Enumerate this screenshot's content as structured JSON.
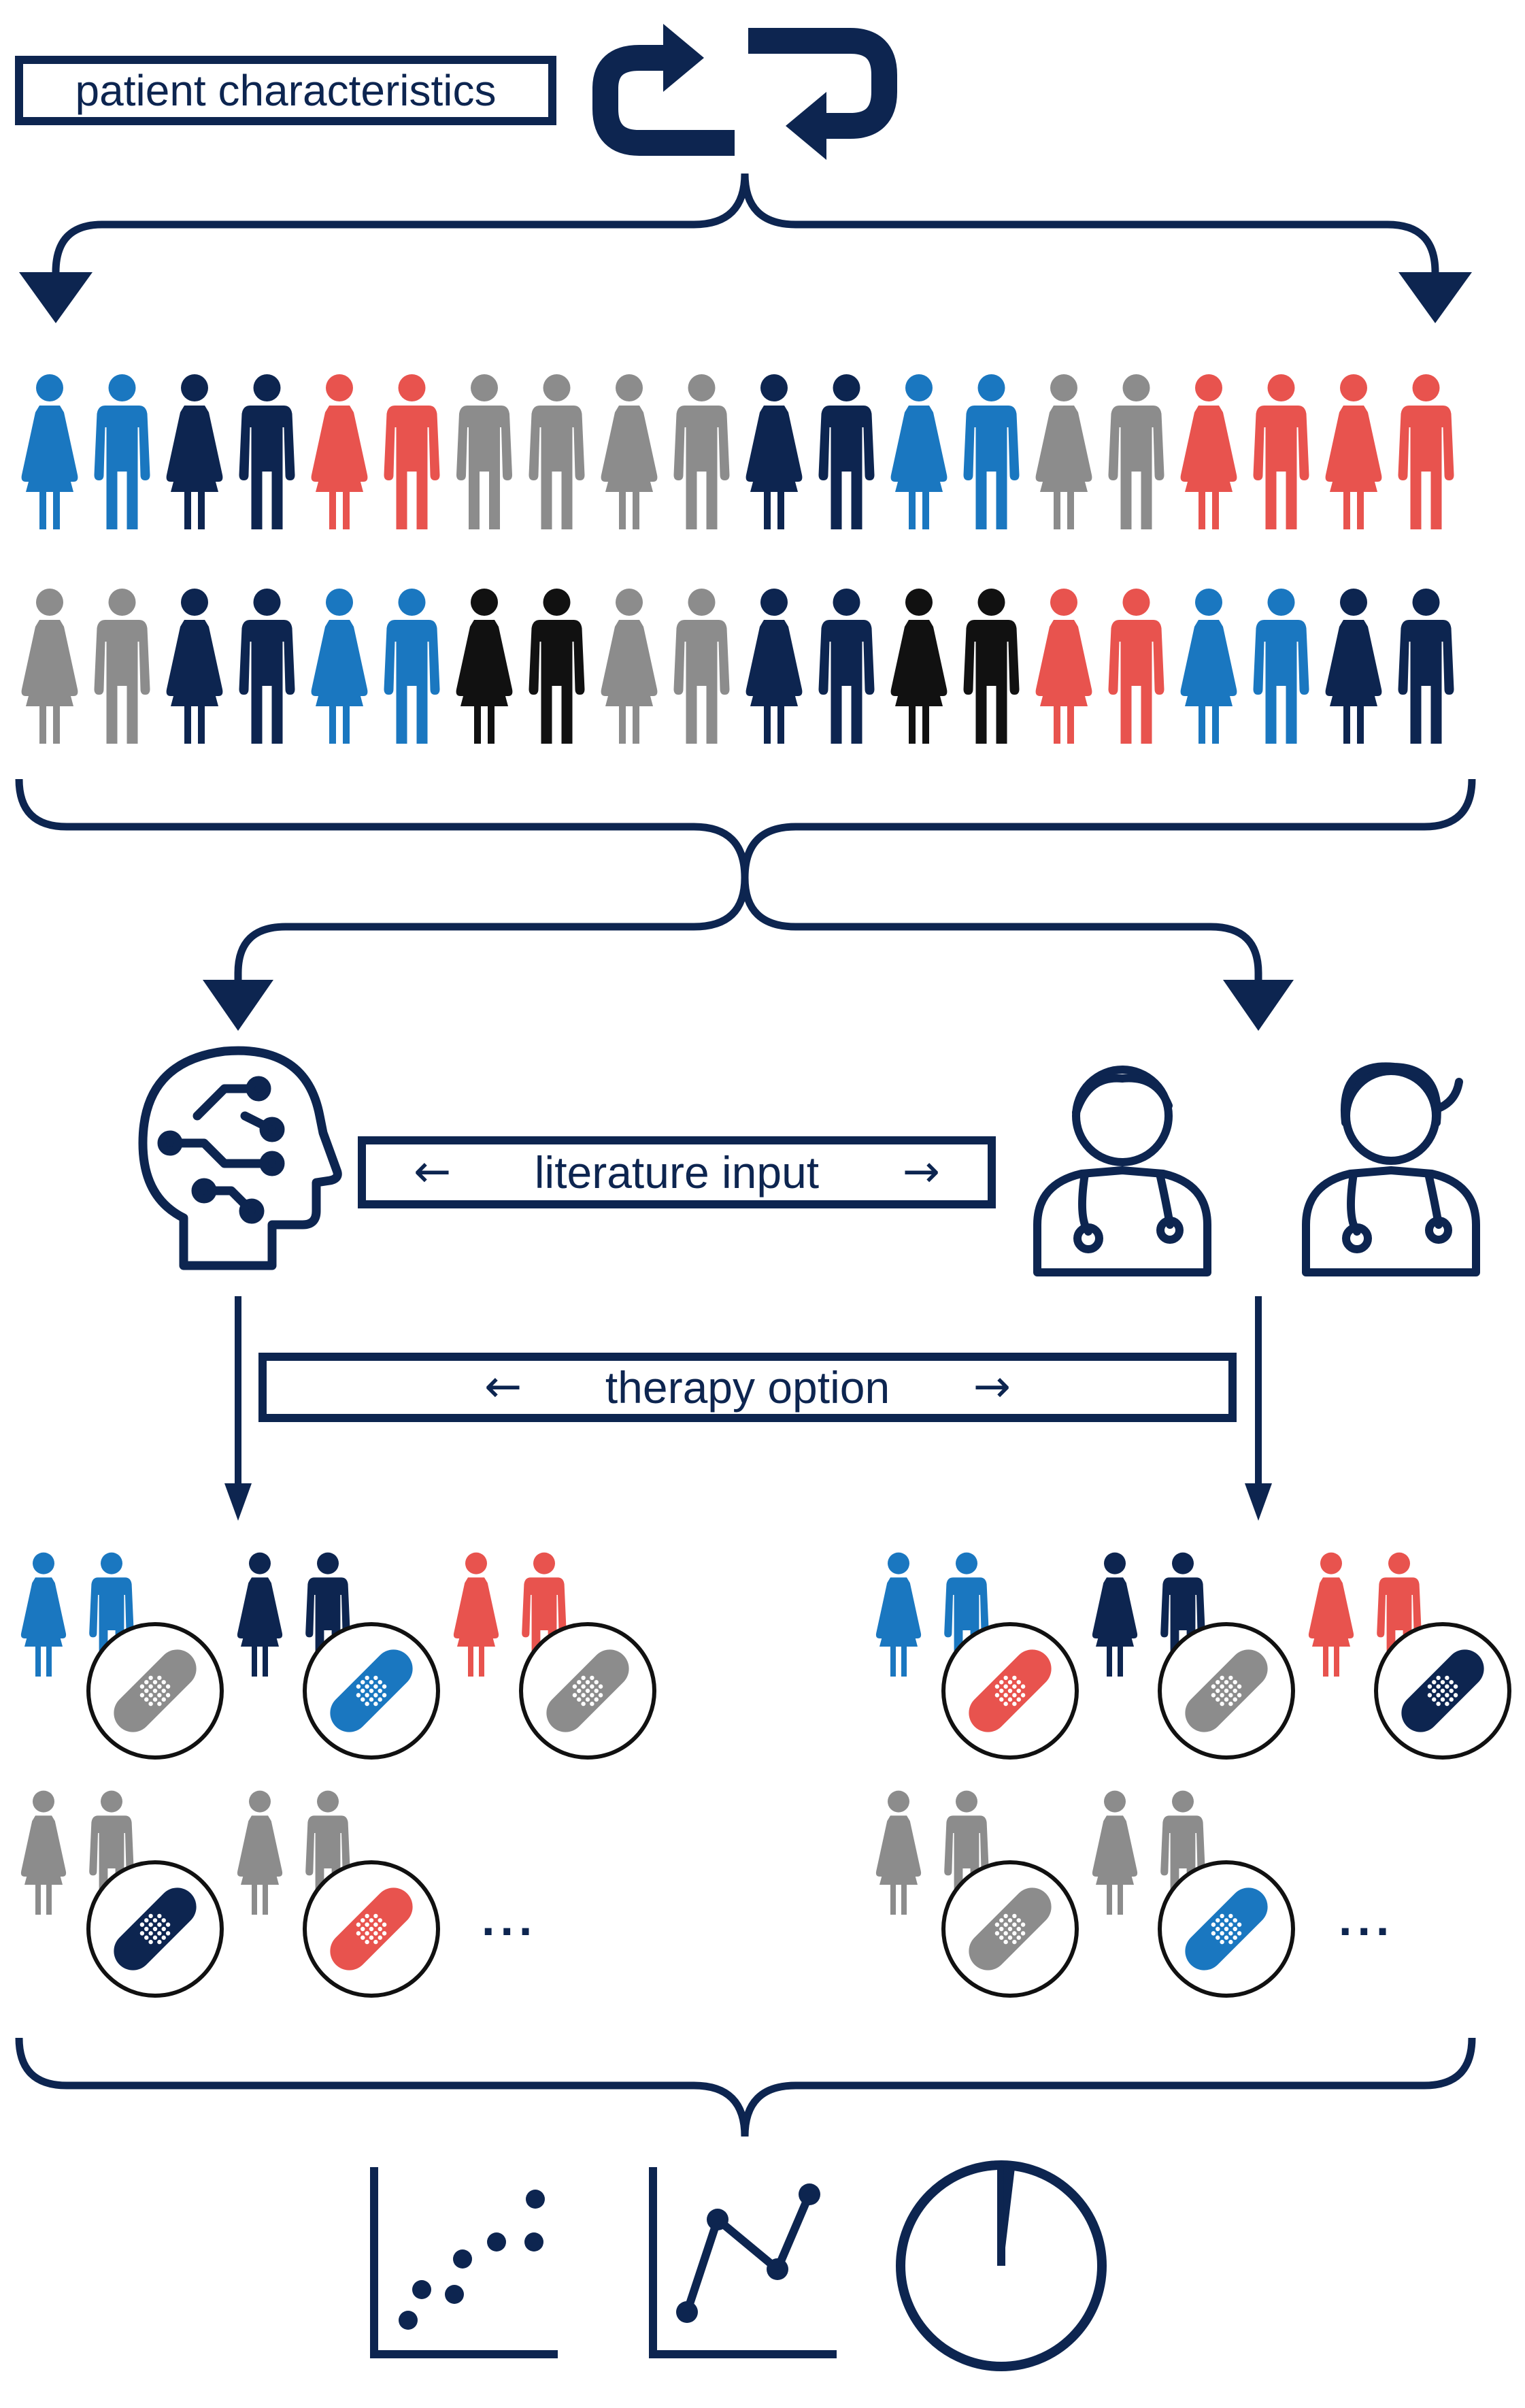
{
  "labels": {
    "patient_characteristics": "patient characteristics",
    "literature_input": "literature input",
    "therapy_option": "therapy option",
    "ellipsis": "..."
  },
  "arrows": {
    "left": "←",
    "right": "→"
  },
  "colors": {
    "navy": "#0d2550",
    "blue": "#1a77c0",
    "red": "#e8534e",
    "gray": "#8c8c8c",
    "black": "#111111"
  },
  "population": {
    "row1": [
      {
        "sex": "female",
        "color": "blue"
      },
      {
        "sex": "male",
        "color": "blue"
      },
      {
        "sex": "female",
        "color": "navy"
      },
      {
        "sex": "male",
        "color": "navy"
      },
      {
        "sex": "female",
        "color": "red"
      },
      {
        "sex": "male",
        "color": "red"
      },
      {
        "sex": "male",
        "color": "gray"
      },
      {
        "sex": "male",
        "color": "gray"
      },
      {
        "sex": "female",
        "color": "gray"
      },
      {
        "sex": "male",
        "color": "gray"
      },
      {
        "sex": "female",
        "color": "navy"
      },
      {
        "sex": "male",
        "color": "navy"
      },
      {
        "sex": "female",
        "color": "blue"
      },
      {
        "sex": "male",
        "color": "blue"
      },
      {
        "sex": "female",
        "color": "gray"
      },
      {
        "sex": "male",
        "color": "gray"
      },
      {
        "sex": "female",
        "color": "red"
      },
      {
        "sex": "male",
        "color": "red"
      },
      {
        "sex": "female",
        "color": "red"
      },
      {
        "sex": "male",
        "color": "red"
      }
    ],
    "row2": [
      {
        "sex": "female",
        "color": "gray"
      },
      {
        "sex": "male",
        "color": "gray"
      },
      {
        "sex": "female",
        "color": "navy"
      },
      {
        "sex": "male",
        "color": "navy"
      },
      {
        "sex": "female",
        "color": "blue"
      },
      {
        "sex": "male",
        "color": "blue"
      },
      {
        "sex": "female",
        "color": "black"
      },
      {
        "sex": "male",
        "color": "black"
      },
      {
        "sex": "female",
        "color": "gray"
      },
      {
        "sex": "male",
        "color": "gray"
      },
      {
        "sex": "female",
        "color": "navy"
      },
      {
        "sex": "male",
        "color": "navy"
      },
      {
        "sex": "female",
        "color": "black"
      },
      {
        "sex": "male",
        "color": "black"
      },
      {
        "sex": "female",
        "color": "red"
      },
      {
        "sex": "male",
        "color": "red"
      },
      {
        "sex": "female",
        "color": "blue"
      },
      {
        "sex": "male",
        "color": "blue"
      },
      {
        "sex": "female",
        "color": "navy"
      },
      {
        "sex": "male",
        "color": "navy"
      }
    ]
  },
  "groups": {
    "ai": [
      {
        "people": "blue",
        "therapy": "gray"
      },
      {
        "people": "navy",
        "therapy": "blue"
      },
      {
        "people": "red",
        "therapy": "gray"
      },
      {
        "people": "gray",
        "therapy": "navy"
      },
      {
        "people": "gray",
        "therapy": "red"
      }
    ],
    "clinicians": [
      {
        "people": "blue",
        "therapy": "red"
      },
      {
        "people": "navy",
        "therapy": "gray"
      },
      {
        "people": "red",
        "therapy": "navy"
      },
      {
        "people": "gray",
        "therapy": "gray"
      },
      {
        "people": "gray",
        "therapy": "blue"
      }
    ]
  },
  "icons": {
    "cycle": "cycle-arrows-icon",
    "ai": "ai-brain-head-icon",
    "male_doctor": "male-doctor-icon",
    "female_doctor": "female-doctor-icon",
    "scatter": "scatter-plot-icon",
    "line": "line-chart-icon",
    "pie": "pie-chart-icon"
  }
}
